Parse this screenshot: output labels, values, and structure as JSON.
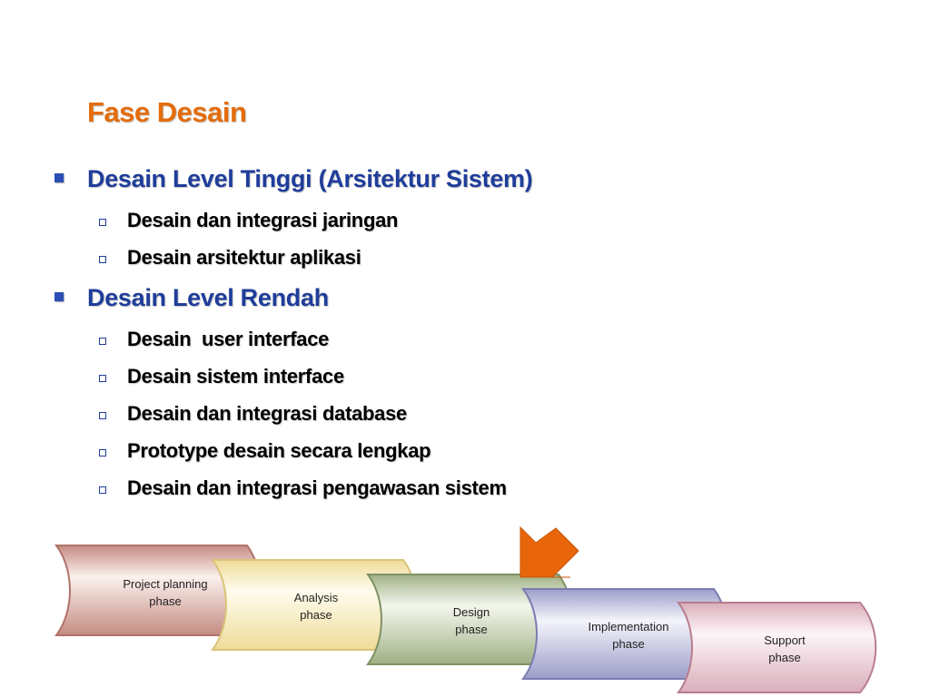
{
  "slide": {
    "title": "Fase Desain",
    "sections": [
      {
        "heading": "Desain Level Tinggi (Arsitektur Sistem)",
        "items": [
          "Desain dan integrasi jaringan",
          "Desain arsitektur aplikasi"
        ]
      },
      {
        "heading": "Desain Level Rendah",
        "items": [
          "Desain  user interface",
          "Desain sistem interface",
          "Desain dan integrasi database",
          "Prototype desain secara lengkap",
          "Desain dan integrasi pengawasan sistem"
        ]
      }
    ]
  },
  "diagram": {
    "highlight_color": "#e8650a",
    "highlighted_phase": "Design phase",
    "phases": [
      {
        "line1": "Project planning",
        "line2": "phase",
        "color": "#d4a39a"
      },
      {
        "line1": "Analysis",
        "line2": "phase",
        "color": "#f3e6b2"
      },
      {
        "line1": "Design",
        "line2": "phase",
        "color": "#b7c4a0"
      },
      {
        "line1": "Implementation",
        "line2": "phase",
        "color": "#b3b4d6"
      },
      {
        "line1": "Support",
        "line2": "phase",
        "color": "#e6c6cf"
      }
    ]
  }
}
